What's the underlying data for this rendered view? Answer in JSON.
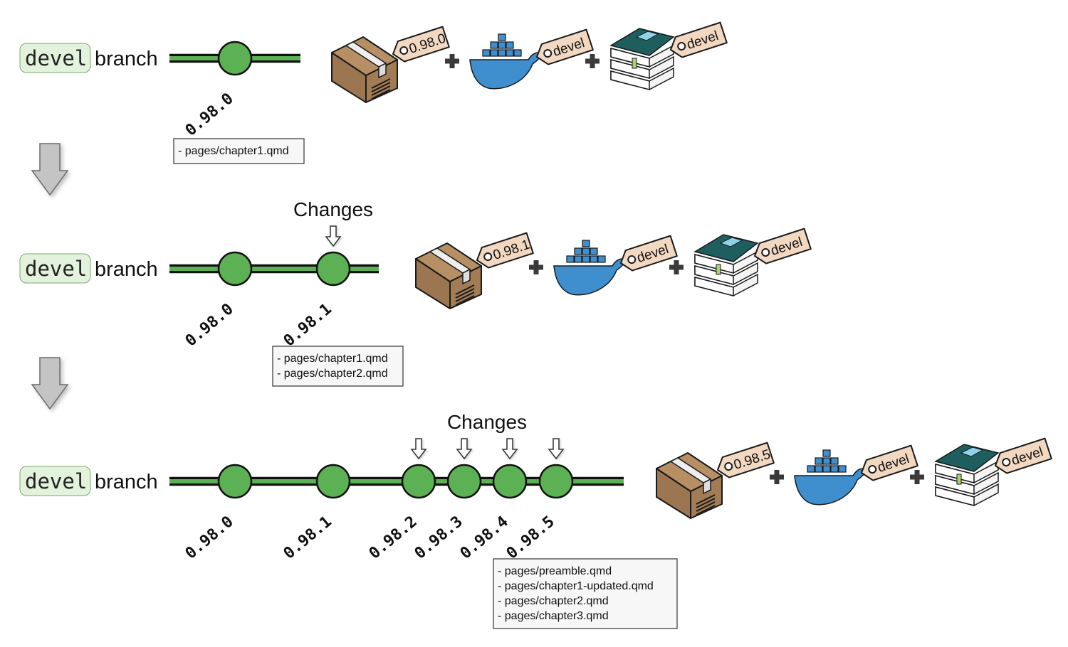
{
  "branch": {
    "name": "devel",
    "suffix": "branch"
  },
  "changes_label": "Changes",
  "colors": {
    "branch_line": "#5bb154",
    "commit_fill": "#5bb154",
    "branch_pill_bg": "#e3f2dc",
    "tag_fill": "#f2d8c0",
    "box_fill": "#a27c54",
    "whale_fill": "#3f8fce",
    "book_cover": "#1e5e5e",
    "arrow_fill": "#c4c4c4"
  },
  "stages": [
    {
      "commits": [
        "0.98.0"
      ],
      "change_markers": 0,
      "files": [
        "- pages/chapter1.qmd"
      ],
      "artifacts": [
        {
          "kind": "package-icon",
          "tag": "0.98.0"
        },
        {
          "kind": "docker-icon",
          "tag": "devel"
        },
        {
          "kind": "book-icon",
          "tag": "devel"
        }
      ]
    },
    {
      "commits": [
        "0.98.0",
        "0.98.1"
      ],
      "change_markers": 1,
      "files": [
        "- pages/chapter1.qmd",
        "- pages/chapter2.qmd"
      ],
      "artifacts": [
        {
          "kind": "package-icon",
          "tag": "0.98.1"
        },
        {
          "kind": "docker-icon",
          "tag": "devel"
        },
        {
          "kind": "book-icon",
          "tag": "devel"
        }
      ]
    },
    {
      "commits": [
        "0.98.0",
        "0.98.1",
        "0.98.2",
        "0.98.3",
        "0.98.4",
        "0.98.5"
      ],
      "change_markers": 4,
      "files": [
        "- pages/preamble.qmd",
        "- pages/chapter1-updated.qmd",
        "- pages/chapter2.qmd",
        "- pages/chapter3.qmd"
      ],
      "artifacts": [
        {
          "kind": "package-icon",
          "tag": "0.98.5"
        },
        {
          "kind": "docker-icon",
          "tag": "devel"
        },
        {
          "kind": "book-icon",
          "tag": "devel"
        }
      ]
    }
  ]
}
